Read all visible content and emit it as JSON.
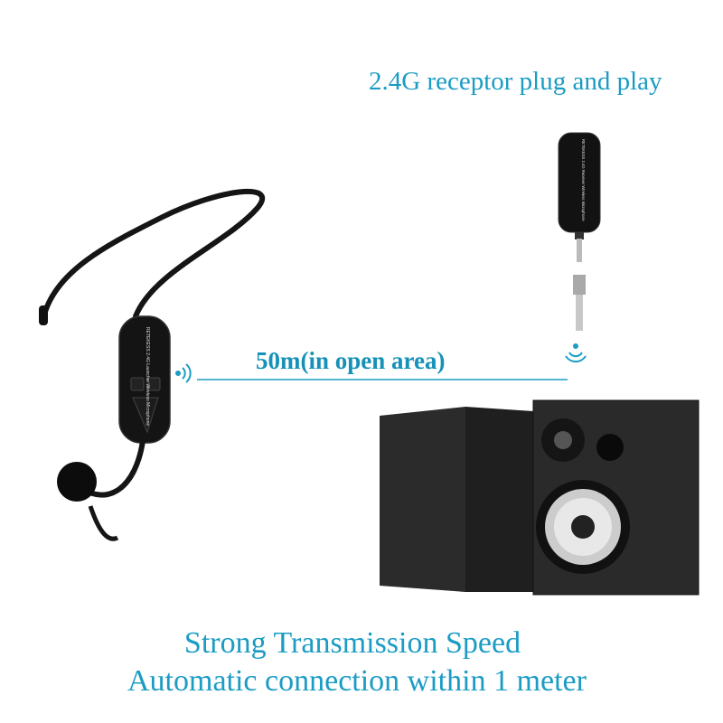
{
  "captions": {
    "receptor": "2.4G receptor plug and play",
    "distance": "50m(in open area)",
    "headline": "Strong Transmission Speed",
    "subline": "Automatic connection within 1 meter"
  },
  "product_labels": {
    "launcher": "RETEKESS 2.4G Launcher Wireless Microphone",
    "receiver": "RETEKESS 2.4G Receiver Wireless Microphone"
  },
  "colors": {
    "accent": "#1b9cc4",
    "device": "#111111",
    "wood": "#2a2a2a"
  },
  "icons": [
    "wifi-signal-icon",
    "wifi-signal-icon"
  ]
}
